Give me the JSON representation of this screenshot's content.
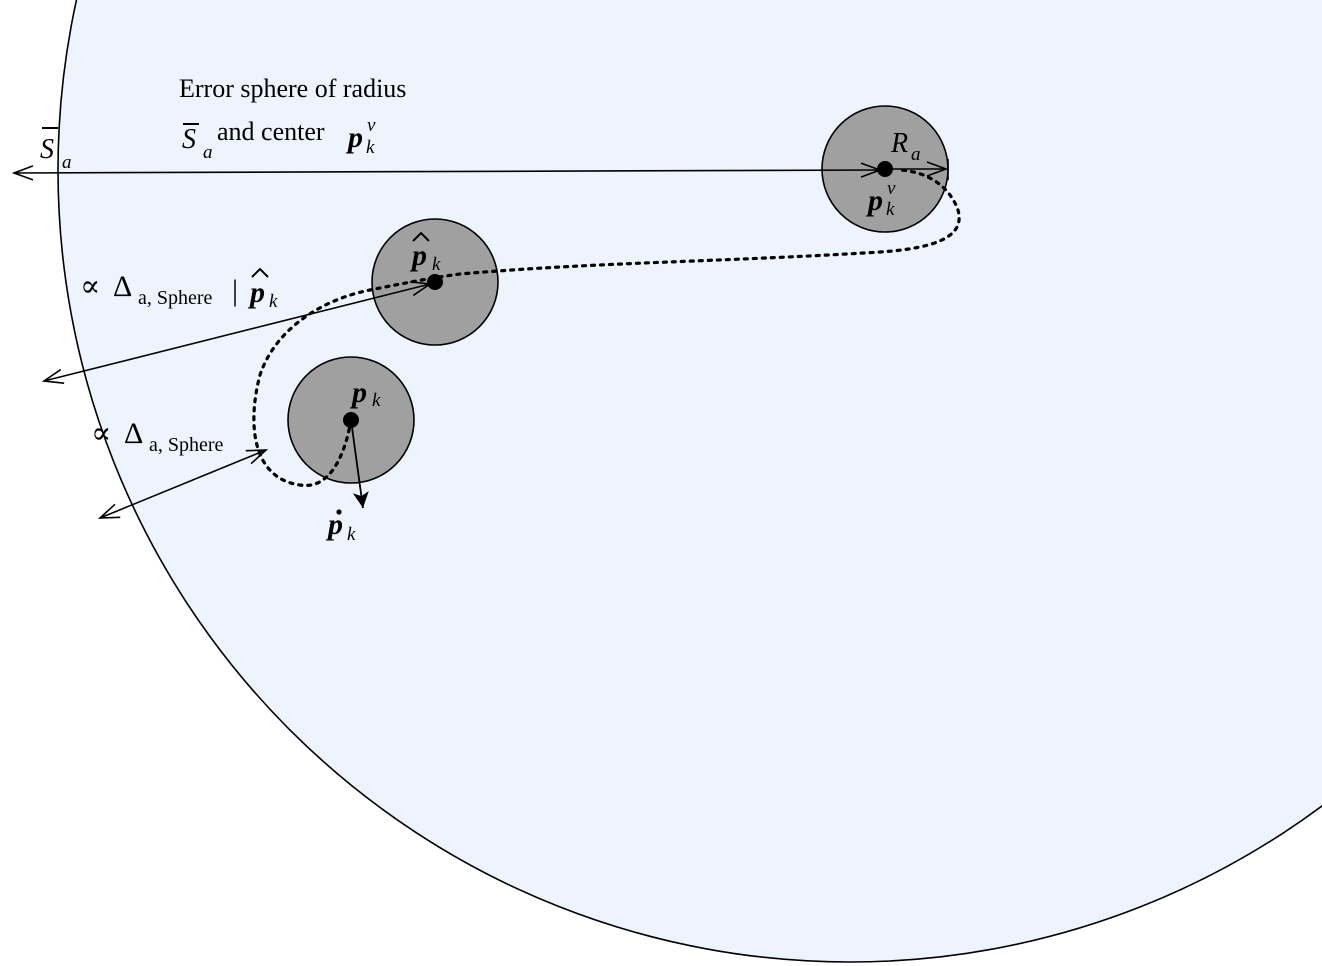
{
  "colors": {
    "background": "#ffffff",
    "sphere_fill": "#edf4fd",
    "small_sphere_fill": "#a0a0a0",
    "stroke": "#000000"
  },
  "labels": {
    "error_sphere_line1": "Error sphere of radius",
    "error_sphere_and_center": "and center",
    "s_bar": "S",
    "s_sub": "a",
    "p": "p",
    "k": "k",
    "v": "v",
    "r": "R",
    "r_sub": "a",
    "propto": "∝",
    "delta": "Δ",
    "delta_sub": "a, Sphere",
    "given_bar": "|"
  }
}
